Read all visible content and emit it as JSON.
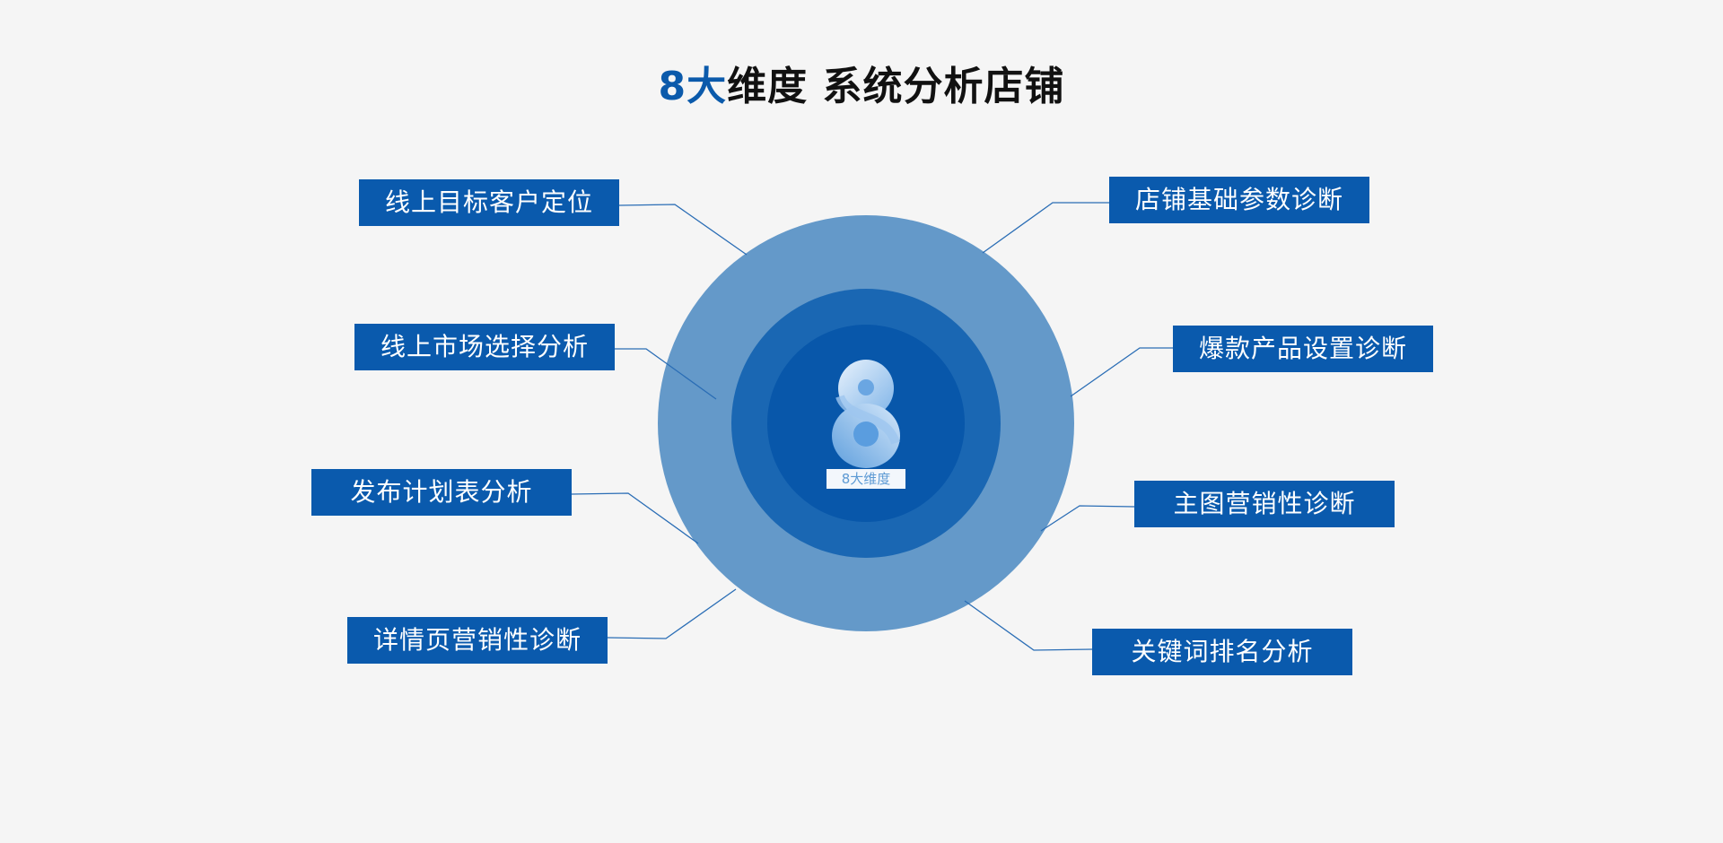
{
  "title": {
    "accent": "8大",
    "rest": "维度 系统分析店铺"
  },
  "center": {
    "logo_label": "8大维度"
  },
  "colors": {
    "accent": "#0b5aab",
    "box": "#0a5aad",
    "ring_outer": "#6499c9",
    "ring_mid": "#1a67b3",
    "ring_inner": "#0857aa",
    "line": "#2a6db5",
    "background": "#f5f5f5"
  },
  "dimensions": {
    "left": [
      "线上目标客户定位",
      "线上市场选择分析",
      "发布计划表分析",
      "详情页营销性诊断"
    ],
    "right": [
      "店铺基础参数诊断",
      "爆款产品设置诊断",
      "主图营销性诊断",
      "关键词排名分析"
    ]
  }
}
